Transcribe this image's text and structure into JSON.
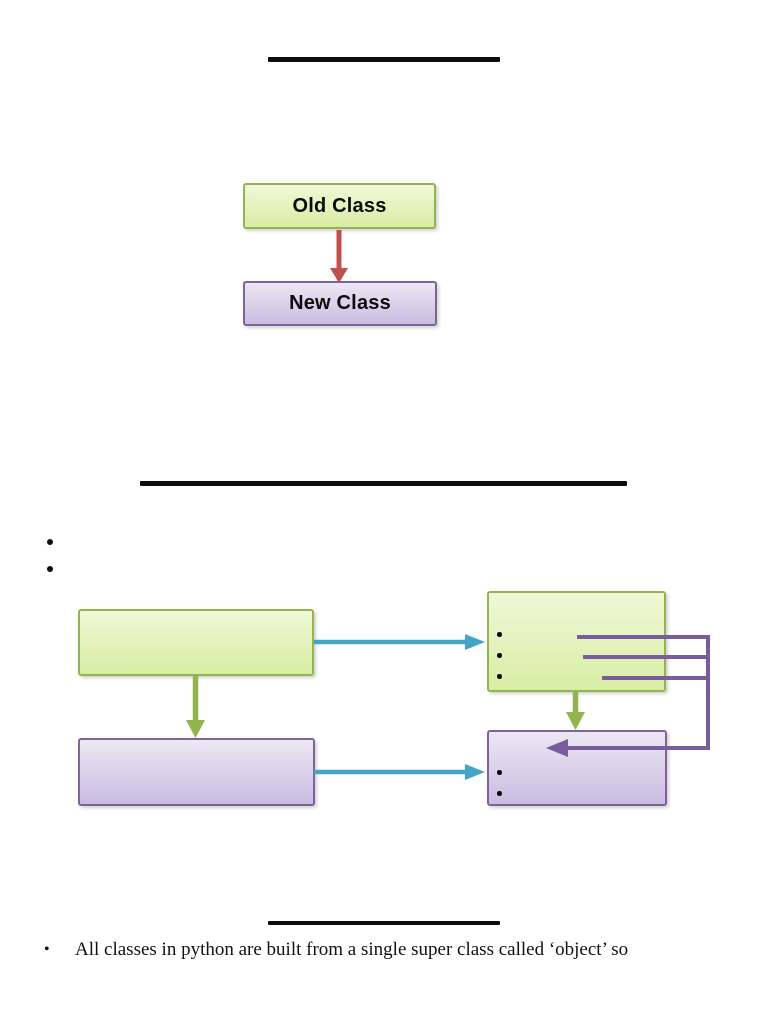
{
  "colors": {
    "page_bg": "#ffffff",
    "divider": "#0d0d0d",
    "green_fill_top": "#f0f8d8",
    "green_fill_bottom": "#d8eda4",
    "green_border": "#94b353",
    "purple_fill_top": "#ece8f3",
    "purple_fill_bottom": "#c9bce1",
    "purple_border": "#7e649b",
    "red_arrow": "#c0504d",
    "teal_arrow": "#45a5c6",
    "olive_arrow": "#93b44d",
    "purple_connector": "#7a5c9c"
  },
  "section_old_new": {
    "old_class_label": "Old Class",
    "new_class_label": "New Class"
  },
  "section_diagram": {
    "empty_bullet_count": 2,
    "right_green_box_bullet_count": 3,
    "right_purple_box_bullet_count": 2
  },
  "section_bottom": {
    "bullet_glyph": "•",
    "text": "All classes in python are built from a single super class called ‘object’ so"
  }
}
